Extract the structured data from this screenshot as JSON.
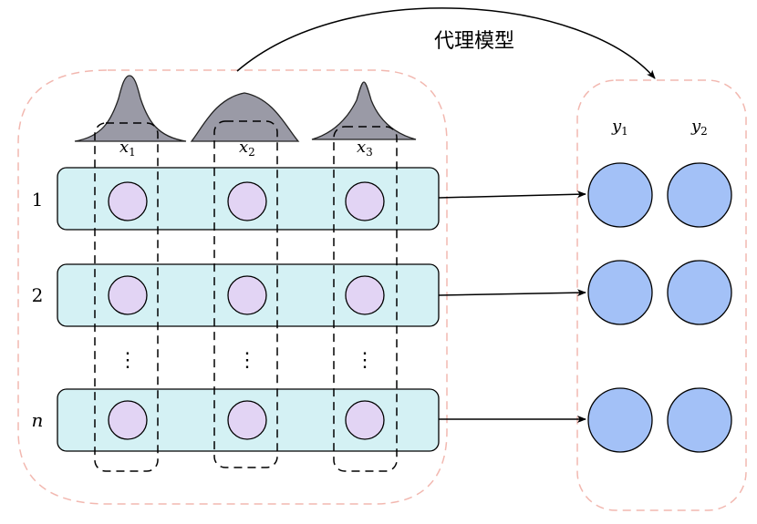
{
  "surrogate_label": "代理模型",
  "input_vars": [
    {
      "name": "x",
      "sub": "1"
    },
    {
      "name": "x",
      "sub": "2"
    },
    {
      "name": "x",
      "sub": "3"
    }
  ],
  "output_vars": [
    {
      "name": "y",
      "sub": "1"
    },
    {
      "name": "y",
      "sub": "2"
    }
  ],
  "samples": [
    "1",
    "2",
    "n"
  ],
  "ellipsis": "⋮",
  "colors": {
    "group_border": "#f2b8b0",
    "row_fill": "#d4f1f4",
    "input_node": "#e2d4f4",
    "output_node": "#a3c1f7",
    "distribution": "#9a9aa6",
    "stroke": "#000000"
  }
}
